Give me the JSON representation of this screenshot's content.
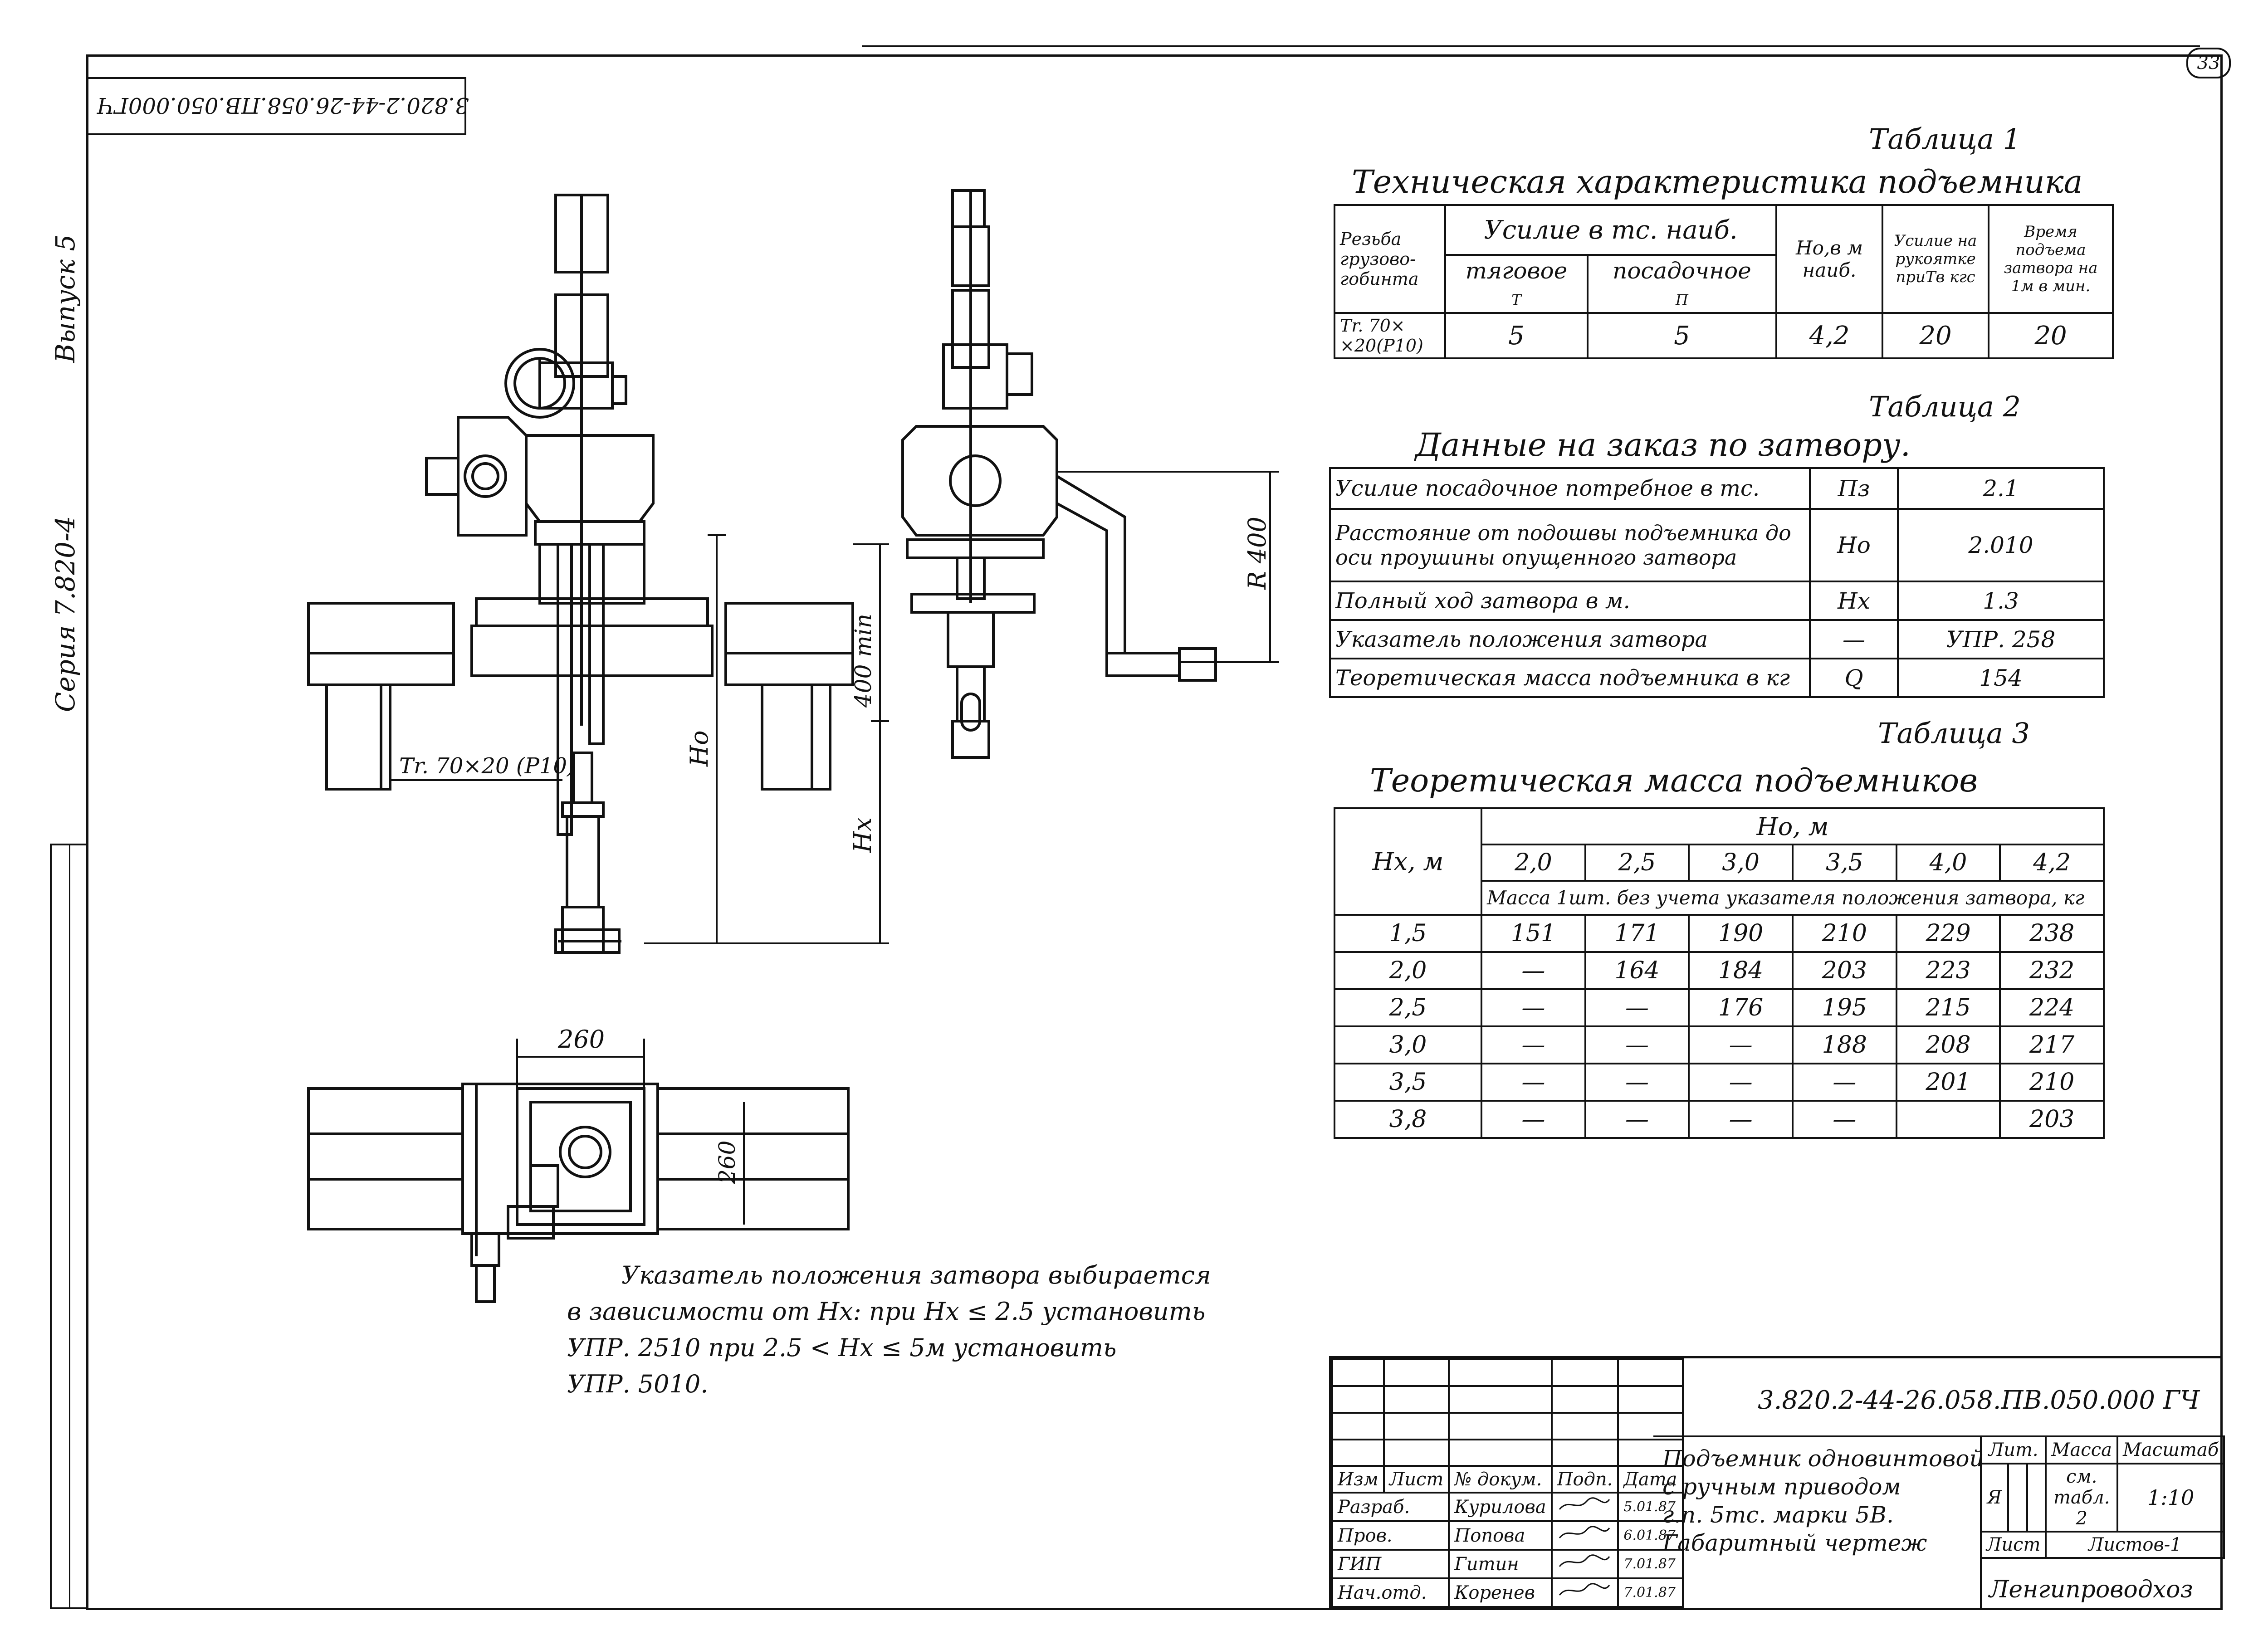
{
  "page_number": "33",
  "header": {
    "rotated_code": "3.820.2-44-26.058.ПВ.050.000ГЧ"
  },
  "margin": {
    "series": "Серия 7.820-4",
    "issue": "Выпуск 5"
  },
  "drawing": {
    "thread_label": "Tr. 70×20 (P10)",
    "dim_ho": "Ho",
    "dim_400min": "400 min",
    "dim_hx": "Hx",
    "dim_r400": "R 400",
    "dim_plan_width": "260",
    "dim_plan_height": "260"
  },
  "table1": {
    "caption": "Таблица 1",
    "title": "Техническая характеристика подъемника",
    "headers": {
      "thread": "Резьба грузово-гобинта",
      "force": "Усилие в тс. наиб.",
      "traction": "тяговое",
      "traction_sym": "Т",
      "landing": "посадочное",
      "landing_sym": "П",
      "ho": "Но,в м наиб.",
      "handle_force": "Усилие на рукоятке приТв кгс",
      "lift_time": "Время подъема затвора на 1м в мин."
    },
    "row": {
      "thread": "Тr. 70× ×20(P10)",
      "traction": "5",
      "landing": "5",
      "ho": "4,2",
      "handle_force": "20",
      "lift_time": "20"
    }
  },
  "table2": {
    "caption": "Таблица 2",
    "title": "Данные на заказ по затвору.",
    "rows": [
      {
        "label": "Усилие посадочное потребное в тс.",
        "sym": "Пз",
        "value": "2.1"
      },
      {
        "label": "Расстояние от подошвы подъемника до оси проушины опущенного затвора",
        "sym": "Но",
        "value": "2.010"
      },
      {
        "label": "Полный ход затвора в м.",
        "sym": "Нх",
        "value": "1.3"
      },
      {
        "label": "Указатель положения затвора",
        "sym": "—",
        "value": "УПР. 258"
      },
      {
        "label": "Теоретическая масса подъемника в кг",
        "sym": "Q",
        "value": "154"
      }
    ]
  },
  "table3": {
    "caption": "Таблица 3",
    "title": "Теоретическая масса подъемников",
    "row_header": "Нх, м",
    "col_header": "Но, м",
    "columns": [
      "2,0",
      "2,5",
      "3,0",
      "3,5",
      "4,0",
      "4,2"
    ],
    "subheader": "Масса 1шт. без учета указателя положения затвора, кг",
    "rows": [
      {
        "hx": "1,5",
        "values": [
          "151",
          "171",
          "190",
          "210",
          "229",
          "238"
        ]
      },
      {
        "hx": "2,0",
        "values": [
          "—",
          "164",
          "184",
          "203",
          "223",
          "232"
        ]
      },
      {
        "hx": "2,5",
        "values": [
          "—",
          "—",
          "176",
          "195",
          "215",
          "224"
        ]
      },
      {
        "hx": "3,0",
        "values": [
          "—",
          "—",
          "—",
          "188",
          "208",
          "217"
        ]
      },
      {
        "hx": "3,5",
        "values": [
          "—",
          "—",
          "—",
          "—",
          "201",
          "210"
        ]
      },
      {
        "hx": "3,8",
        "values": [
          "—",
          "—",
          "—",
          "—",
          "",
          "203"
        ]
      }
    ]
  },
  "note": {
    "line1": "Указатель положения затвора выбирается",
    "line2": "в зависимости от Нх: при Нх ≤ 2.5 установить",
    "line3": "УПР. 2510 при 2.5 < Нх ≤ 5м установить",
    "line4": "УПР. 5010."
  },
  "title_block": {
    "doc_code": "3.820.2-44-26.058.ПВ.050.000 ГЧ",
    "title_lines": [
      "Подъемник одновинтовой",
      "с ручным приводом",
      "г.п. 5тс. марки 5В.",
      "Габаритный чертеж"
    ],
    "head": {
      "izm": "Изм",
      "list": "Лист",
      "doc": "№ докум.",
      "sign": "Подп.",
      "date": "Дата"
    },
    "people": [
      {
        "role": "Разраб.",
        "name": "Курилова",
        "date": "5.01.87"
      },
      {
        "role": "Пров.",
        "name": "Попова",
        "date": "6.01.87"
      },
      {
        "role": "ГИП",
        "name": "Гитин",
        "date": "7.01.87"
      },
      {
        "role": "Нач.отд.",
        "name": "Коренев",
        "date": "7.01.87"
      }
    ],
    "lit_label": "Лит.",
    "mass_label": "Масса",
    "scale_label": "Масштаб",
    "lit_value": "Я",
    "mass_value": "см. табл. 2",
    "scale_value": "1:10",
    "sheet_label": "Лист",
    "sheets_label": "Листов-1",
    "org": "Ленгипроводхоз"
  }
}
